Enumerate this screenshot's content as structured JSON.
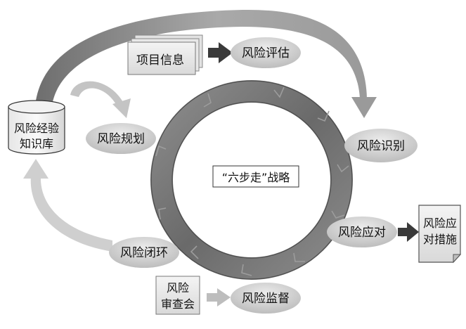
{
  "center_label": "“六步走”战略",
  "nodes": {
    "project_info": "项目信息",
    "risk_assessment": "风险评估",
    "risk_planning": "风险规划",
    "risk_identification": "风险识别",
    "risk_response": "风险应对",
    "risk_closure": "风险闭环",
    "risk_monitoring": "风险监督"
  },
  "knowledge_base": [
    "风险经验",
    "知识库"
  ],
  "review_meeting": [
    "风险",
    "审查会"
  ],
  "measures_doc": [
    "风险应",
    "对措施"
  ]
}
